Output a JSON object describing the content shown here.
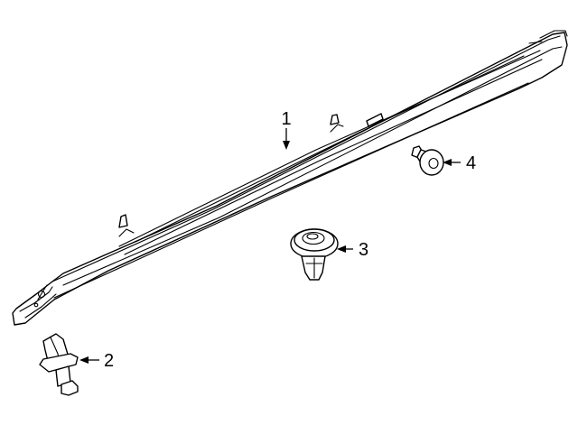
{
  "diagram": {
    "callouts": [
      {
        "label": "1"
      },
      {
        "label": "2"
      },
      {
        "label": "3"
      },
      {
        "label": "4"
      }
    ]
  }
}
